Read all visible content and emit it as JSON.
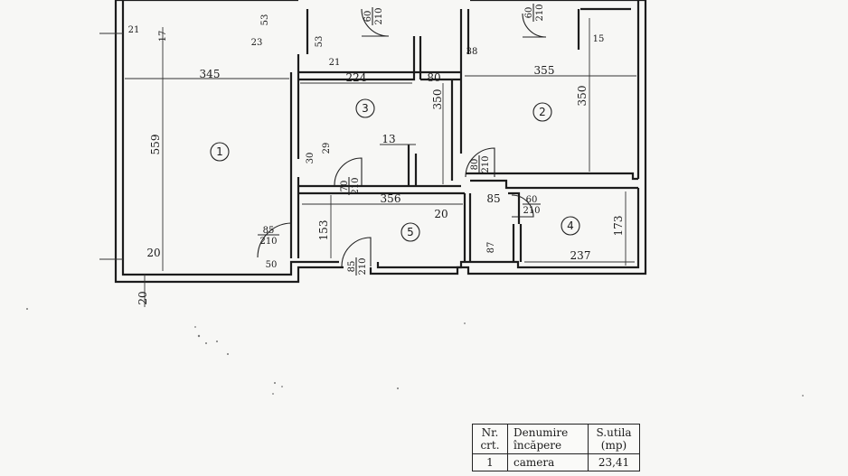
{
  "rooms": [
    {
      "number": "1"
    },
    {
      "number": "2"
    },
    {
      "number": "3"
    },
    {
      "number": "4"
    },
    {
      "number": "5"
    }
  ],
  "dimensions": {
    "room1_width": "345",
    "room1_height": "559",
    "room3_width": "224",
    "room3_height": "350",
    "room2_width": "355",
    "room2_height": "350",
    "hall_width": "356",
    "room4_width": "237",
    "room4_height": "173",
    "hall_height": "153",
    "partition_80": "80",
    "wall_20_left": "20",
    "wall_20_bottom": "20",
    "wall_20_hall": "20",
    "stub_13": "13",
    "stub_21_a": "21",
    "stub_21_b": "21",
    "stub_17": "17",
    "stub_23": "23",
    "stub_53_a": "53",
    "stub_53_b": "53",
    "stub_38": "38",
    "stub_15": "15",
    "stub_29": "29",
    "stub_30": "30",
    "stub_50": "50",
    "stub_87": "87",
    "stub_85_hall": "85"
  },
  "doors": {
    "entrance": {
      "width": "85",
      "height": "210"
    },
    "room1": {
      "width": "85",
      "height": "210"
    },
    "room3": {
      "width": "70",
      "height": "210"
    },
    "room2": {
      "width": "80",
      "height": "210"
    },
    "room4": {
      "width": "60",
      "height": "210"
    },
    "balcony_left": {
      "width": "60",
      "height": "210"
    },
    "balcony_right": {
      "width": "60",
      "height": "210"
    }
  },
  "table": {
    "headers": {
      "nr_line1": "Nr.",
      "nr_line2": "crt.",
      "name_line1": "Denumire",
      "name_line2": "încăpere",
      "area_line1": "S.utila",
      "area_line2": "(mp)"
    },
    "rows": [
      {
        "nr": "1",
        "name": "camera",
        "area": "23,41"
      }
    ]
  }
}
